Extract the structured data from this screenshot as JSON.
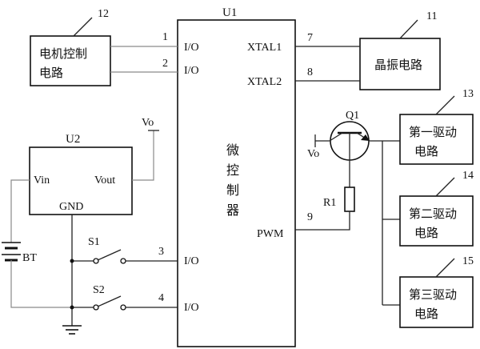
{
  "u1": {
    "ref": "U1",
    "name": [
      "微",
      "控",
      "制",
      "器"
    ],
    "pins": {
      "io1": "I/O",
      "io2": "I/O",
      "io3": "I/O",
      "io4": "I/O",
      "xtal1": "XTAL1",
      "xtal2": "XTAL2",
      "pwm": "PWM"
    },
    "pin_numbers": {
      "p1": "1",
      "p2": "2",
      "p3": "3",
      "p4": "4",
      "p7": "7",
      "p8": "8",
      "p9": "9"
    }
  },
  "u2": {
    "ref": "U2",
    "vin": "Vin",
    "vout": "Vout",
    "gnd": "GND"
  },
  "motor_control": {
    "ref": "12",
    "line1": "电机控制",
    "line2": "电路"
  },
  "crystal": {
    "ref": "11",
    "label": "晶振电路"
  },
  "drivers": [
    {
      "ref": "13",
      "line1": "第一驱动",
      "line2": "电路"
    },
    {
      "ref": "14",
      "line1": "第二驱动",
      "line2": "电路"
    },
    {
      "ref": "15",
      "line1": "第三驱动",
      "line2": "电路"
    }
  ],
  "transistor": {
    "ref": "Q1",
    "supply": "Vo"
  },
  "u2_output": {
    "label": "Vo"
  },
  "resistor": {
    "ref": "R1"
  },
  "battery": {
    "ref": "BT"
  },
  "switches": {
    "s1": "S1",
    "s2": "S2"
  }
}
